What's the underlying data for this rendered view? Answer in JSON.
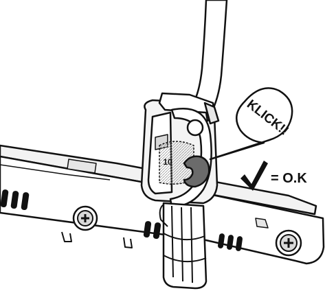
{
  "figure": {
    "bubble_text": "KLICK!!",
    "clip_number": "10",
    "status_text": "= O.K",
    "status_icon": "checkmark-icon"
  },
  "colors": {
    "line": "#111111",
    "fill": "#ffffff",
    "light_gray": "#e6e6e6",
    "mid_gray": "#bdbdbd",
    "dark_gray": "#6b6b6b"
  }
}
